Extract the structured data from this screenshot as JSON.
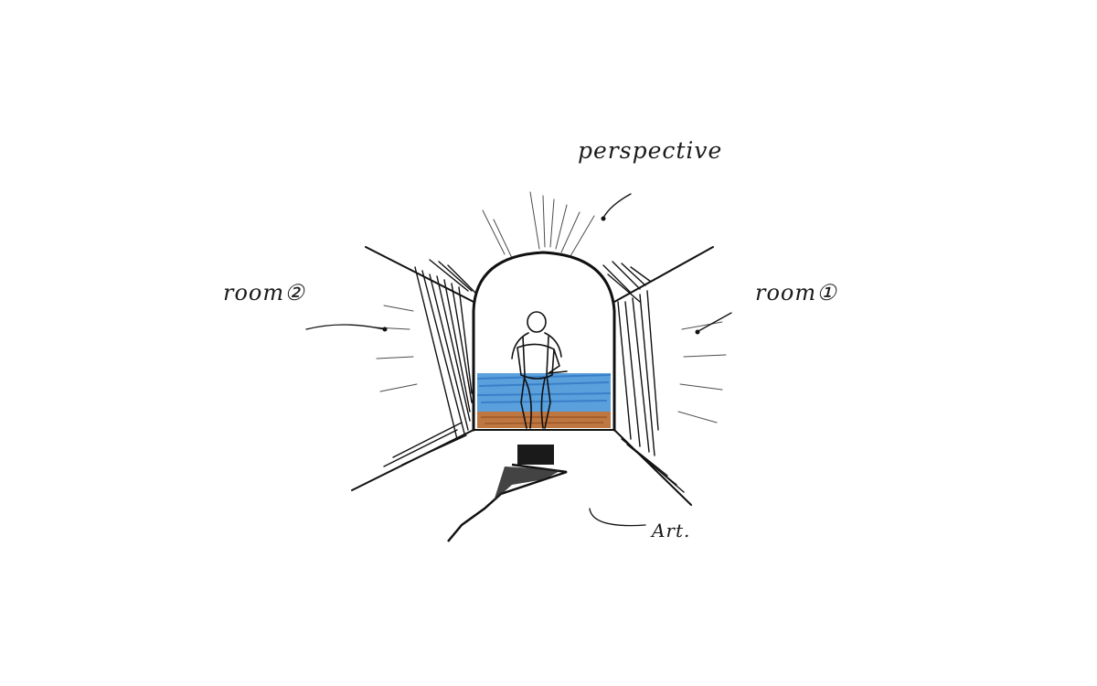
{
  "labels": {
    "perspective": "perspective",
    "room_left": "room②",
    "room_right": "room①",
    "art": "Art."
  },
  "colors": {
    "ink": "#111111",
    "sea": "#3d8fd6",
    "ground": "#b8682e",
    "paper": "#ffffff"
  }
}
